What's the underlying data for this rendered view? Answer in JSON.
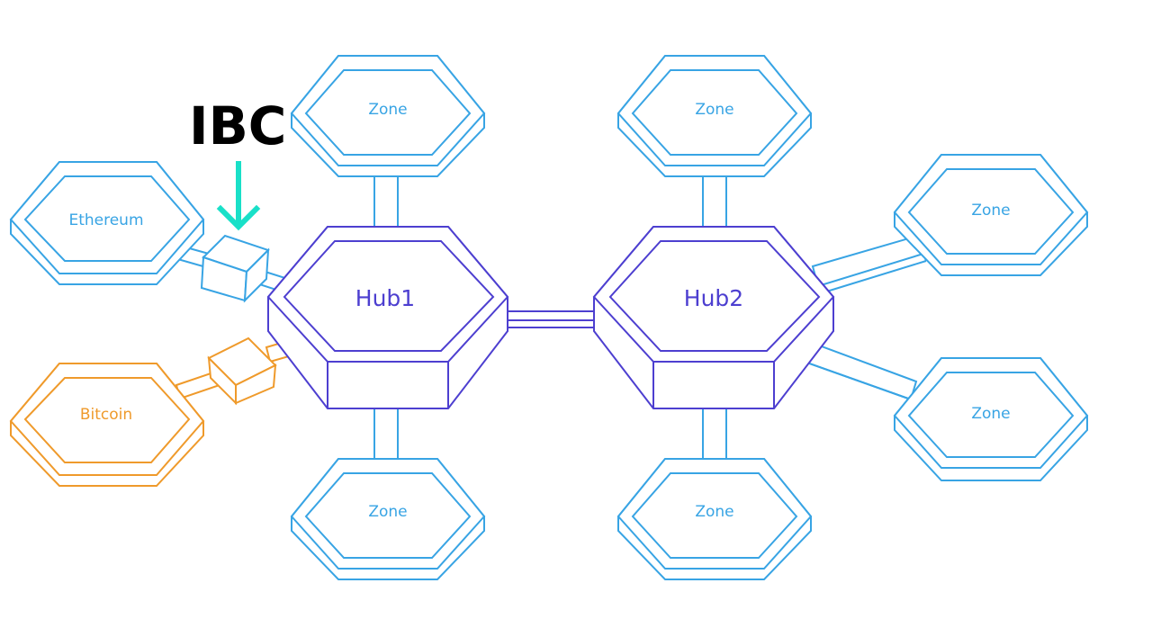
{
  "title": "IBC",
  "colors": {
    "zone": "#38a4e4",
    "zone_fill": "#ffffff",
    "hub": "#4d3fd0",
    "bitcoin": "#ef9a2b",
    "arrow": "#19e0c8",
    "title": "#000000"
  },
  "hubs": [
    {
      "id": "hub1",
      "label": "Hub1"
    },
    {
      "id": "hub2",
      "label": "Hub2"
    }
  ],
  "zones": [
    {
      "id": "hub1-top",
      "label": "Zone",
      "hub": "hub1"
    },
    {
      "id": "hub1-bottom",
      "label": "Zone",
      "hub": "hub1"
    },
    {
      "id": "hub2-top",
      "label": "Zone",
      "hub": "hub2"
    },
    {
      "id": "hub2-bottom",
      "label": "Zone",
      "hub": "hub2"
    },
    {
      "id": "hub2-right-upper",
      "label": "Zone",
      "hub": "hub2"
    },
    {
      "id": "hub2-right-lower",
      "label": "Zone",
      "hub": "hub2"
    }
  ],
  "external_chains": [
    {
      "id": "ethereum",
      "label": "Ethereum",
      "hub": "hub1"
    },
    {
      "id": "bitcoin",
      "label": "Bitcoin",
      "hub": "hub1"
    }
  ],
  "icons": [
    "down-arrow-icon",
    "peg-zone-cube-icon"
  ]
}
